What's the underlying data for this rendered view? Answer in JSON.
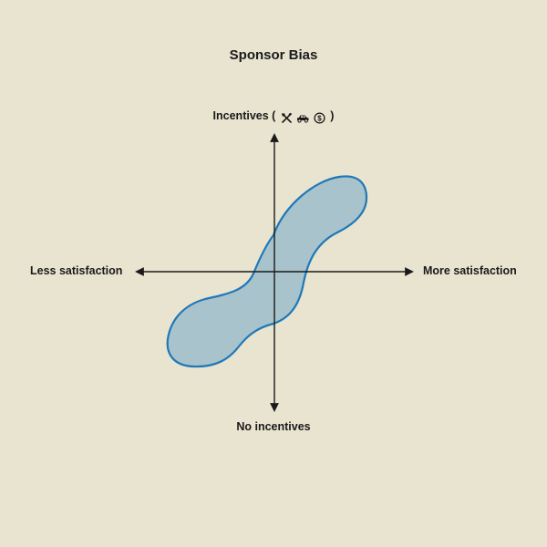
{
  "title": "Sponsor Bias",
  "axes": {
    "top_label": "Incentives",
    "top_paren_open": "(",
    "top_paren_close": ")",
    "top_icons": [
      "utensils-icon",
      "car-icon",
      "dollar-coin-icon"
    ],
    "bottom_label": "No incentives",
    "left_label": "Less satisfaction",
    "right_label": "More satisfaction"
  },
  "colors": {
    "background": "#e8e4d0",
    "axis": "#1a1a1a",
    "blob_fill": "#a8c3cb",
    "blob_stroke": "#1f78b8"
  }
}
